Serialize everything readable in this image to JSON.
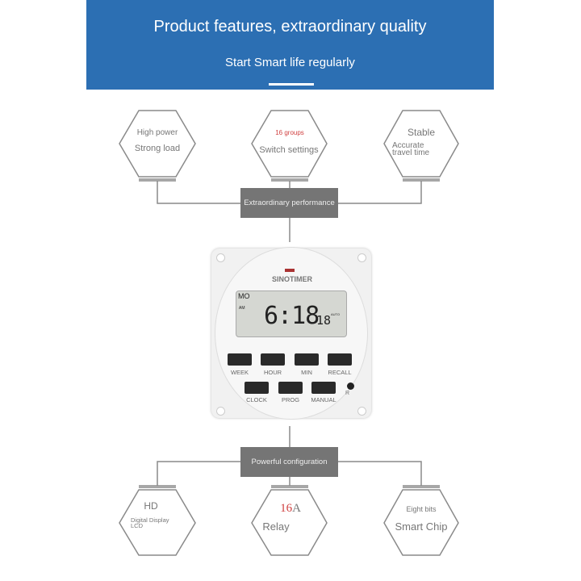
{
  "banner": {
    "title": "Product features, extraordinary quality",
    "subtitle": "Start Smart life regularly",
    "color": "#2c6fb3"
  },
  "top_features": [
    {
      "line1": "High power",
      "line2": "Strong load"
    },
    {
      "line1": "16 groups",
      "line2": "Switch settings",
      "accent": "#d04040"
    },
    {
      "line1": "Stable",
      "line2": "Accurate travel time"
    }
  ],
  "top_box": "Extraordinary performance",
  "bottom_box": "Powerful configuration",
  "bottom_features": [
    {
      "line1": "HD",
      "line2": "Digital Display LCD"
    },
    {
      "line1_num": "16",
      "line1_unit": "A",
      "line2": "Relay",
      "accent": "#d04040"
    },
    {
      "line1": "Eight bits",
      "line2": "Smart Chip"
    }
  ],
  "device": {
    "brand": "SINOTIMER",
    "lcd": {
      "day": "MO",
      "ampm": "AM",
      "time": "6:18",
      "seconds": "18",
      "mode": "AUTO"
    },
    "buttons_row1": [
      "WEEK",
      "HOUR",
      "MIN",
      "RECALL"
    ],
    "buttons_row2": [
      "CLOCK",
      "PROG",
      "MANUAL"
    ],
    "reset_label": "R"
  }
}
